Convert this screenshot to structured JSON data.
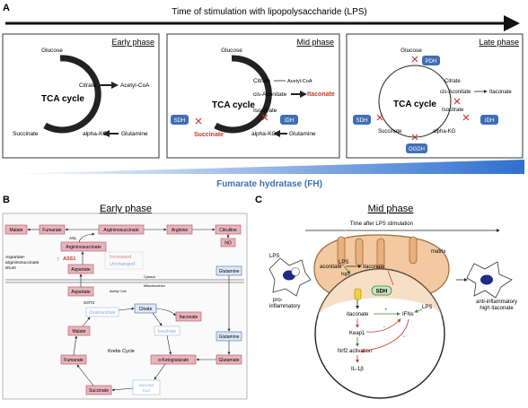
{
  "panelA": {
    "label": "A",
    "timeline": "Time of stimulation with lipopolysaccharide (LPS)",
    "fh_label": "Fumarate hydratase (FH)",
    "early": {
      "title": "Early phase",
      "cycle": "TCA cycle",
      "glucose": "Glucose",
      "citrate": "Citrate",
      "acetyl": "Acetyl-CoA",
      "akg": "alpha-KG",
      "succinate": "Succinate",
      "glutamine": "Glutamine"
    },
    "mid": {
      "title": "Mid phase",
      "cycle": "TCA cycle",
      "glucose": "Glucose",
      "citrate": "Citrate",
      "acetyl": "Acetyl-CoA",
      "cisaco": "cis-Aconitate",
      "itaconate": "Itaconate",
      "isocitrate": "Isocitrate",
      "akg": "alpha-KG",
      "succinate": "Succinate",
      "glutamine": "Glutamine",
      "sdh": "SDH",
      "idh": "IDH"
    },
    "late": {
      "title": "Late phase",
      "cycle": "TCA cycle",
      "glucose": "Glucose",
      "pdh": "PDH",
      "citrate": "Citrate",
      "cisaco": "cis-Aconitate",
      "itaconate": "Itaconate",
      "isocitrate": "Isocitrate",
      "akg": "alpha-KG",
      "succinate": "Succinate",
      "sdh": "SDH",
      "idh": "IDH",
      "ogdh": "OGDH"
    }
  },
  "panelB": {
    "label": "B",
    "title": "Early phase",
    "malate_top": "Malate",
    "fumarate_top": "Fumarate",
    "argininosuccinate": "Argininosuccinate",
    "arginine": "Arginine",
    "citrulline": "Citrulline",
    "no": "NO",
    "asl": "ASL",
    "argsucc2": "Argininosuccinate",
    "ass1": "ASS1",
    "aspartate_top": "Aspartate",
    "shunt": "Aspartate-argininosuccinate shunt",
    "legend_increased": "Increased",
    "legend_unchanged": "Unchanged",
    "cytosol": "Cytosol",
    "mitochondrion": "Mitochondrion",
    "glutamine_cyto": "Glutamine",
    "aspartate": "Aspartate",
    "got2": "GOT2",
    "acetylcoa": "Acetyl CoA",
    "oxaloacetate": "Oxaloacetate",
    "citrate": "Citrate",
    "itaconate": "Itaconate",
    "malate": "Malate",
    "isocitrate": "Isocitrate",
    "krebs": "Krebs Cycle",
    "glutamine_mito": "Glutamine",
    "fumarate": "Fumarate",
    "akg": "α-Ketoglutarate",
    "glutamate": "Glutamate",
    "succinate": "Succinate",
    "succinylcoa": "Succinyl CoA"
  },
  "panelC": {
    "label": "C",
    "title": "Mid phase",
    "timeline": "Time after LPS stimulation",
    "lps_left": "LPS",
    "pro": "pro-\ninflammatory",
    "anti": "anti-inflammatory\nhigh itaconate",
    "matrix": "matrix",
    "lps_inner": "LPS",
    "aconitate": "aconitate",
    "irg1": "Irg1",
    "itaconate_top": "itaconate",
    "sdh": "SDH",
    "itaconate_bot": "itaconate",
    "keap1": "Keap1",
    "nrf2": "Nrf2 activation",
    "ifns": "IFNs",
    "lps_right": "LPS",
    "il1b": "IL-1β",
    "plus": "+",
    "minus": "−"
  },
  "colors": {
    "pink": "#e8b4bc",
    "pink_border": "#b55060",
    "blue": "#3f6fb5",
    "red": "#c0392b",
    "green": "#2e8b3a",
    "mito": "#f2c9a0",
    "mito_border": "#a06a3a"
  }
}
